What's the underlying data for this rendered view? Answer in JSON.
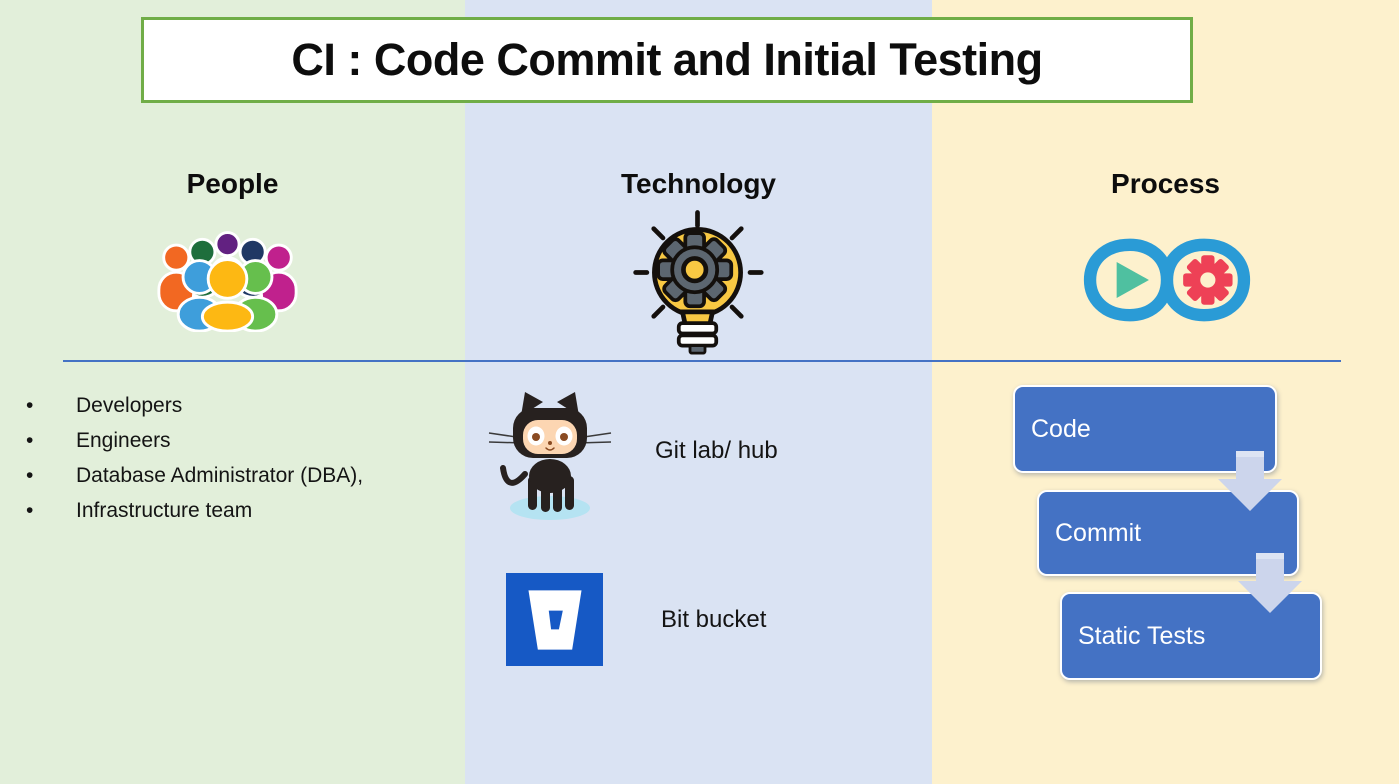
{
  "title": "CI : Code Commit and Initial Testing",
  "columns": {
    "people": {
      "header": "People",
      "icon": "people-group-icon",
      "items": [
        "Developers",
        "Engineers",
        "Database Administrator (DBA),",
        "Infrastructure team"
      ]
    },
    "technology": {
      "header": "Technology",
      "icon": "lightbulb-gear-icon",
      "tools": [
        {
          "icon": "github-octocat-icon",
          "label": "Git lab/ hub"
        },
        {
          "icon": "bitbucket-icon",
          "label": "Bit bucket"
        }
      ]
    },
    "process": {
      "header": "Process",
      "icon": "devops-infinity-icon",
      "steps": [
        "Code",
        "Commit",
        "Static Tests"
      ]
    }
  },
  "colors": {
    "band_people": "#e2efda",
    "band_technology": "#dae3f3",
    "band_process": "#fdf1cd",
    "title_border": "#70ad47",
    "divider_line": "#4472c4",
    "step_box": "#4472c4",
    "arrow": "#ccd5ec",
    "bitbucket_blue": "#1659c5"
  }
}
